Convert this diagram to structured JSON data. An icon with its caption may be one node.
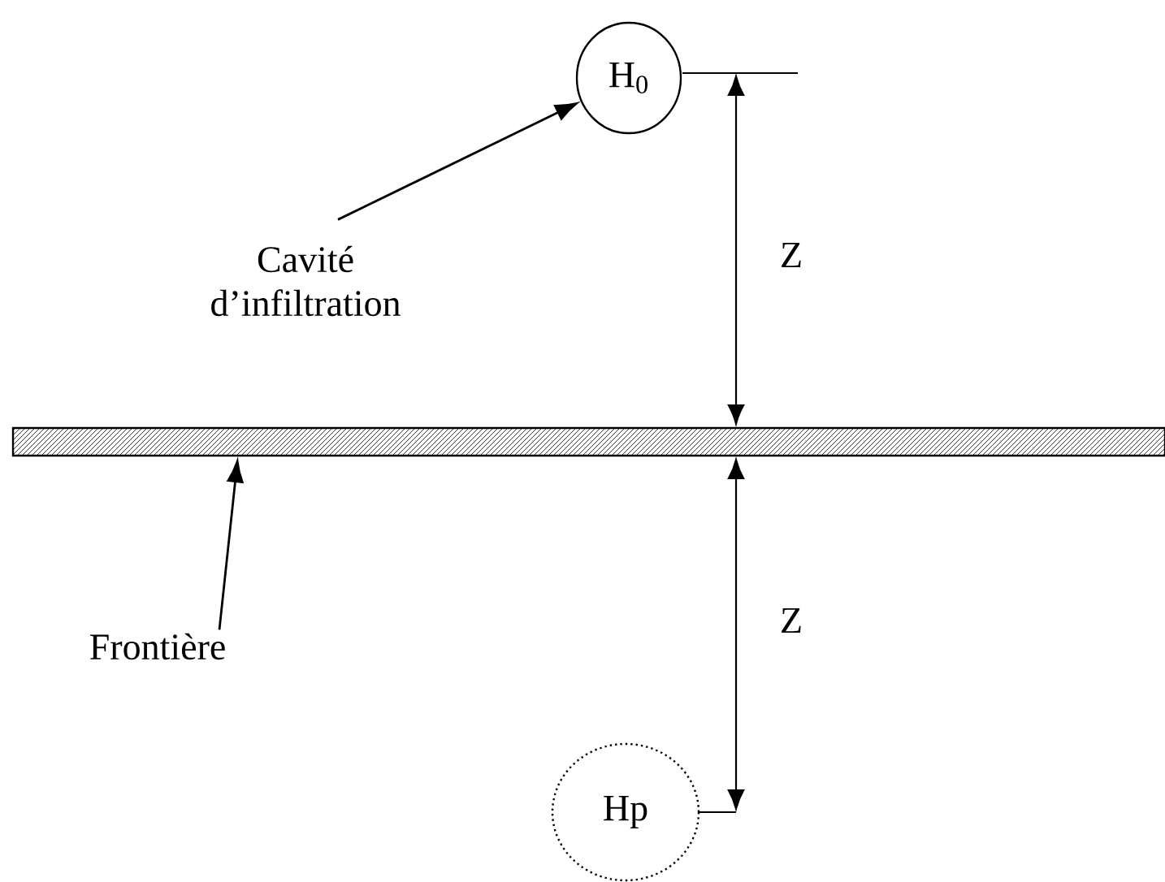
{
  "diagram": {
    "nodes": [
      {
        "text": [
          "H$_{0}$"
        ]
      },
      {
        "text": [
          "Cavité d’infiltration"
        ]
      },
      {
        "text": [],
        "shape": "bar"
      },
      {
        "text": [
          "Frontière"
        ]
      },
      {
        "text": [
          "Hp"
        ]
      }
    ],
    "edges": [
      {
        "from": 1,
        "to": 0,
        "arrow": "to"
      },
      {
        "from": 3,
        "to": 2,
        "arrow": "to"
      }
    ],
    "labels": [
      "Z",
      "Z"
    ]
  }
}
